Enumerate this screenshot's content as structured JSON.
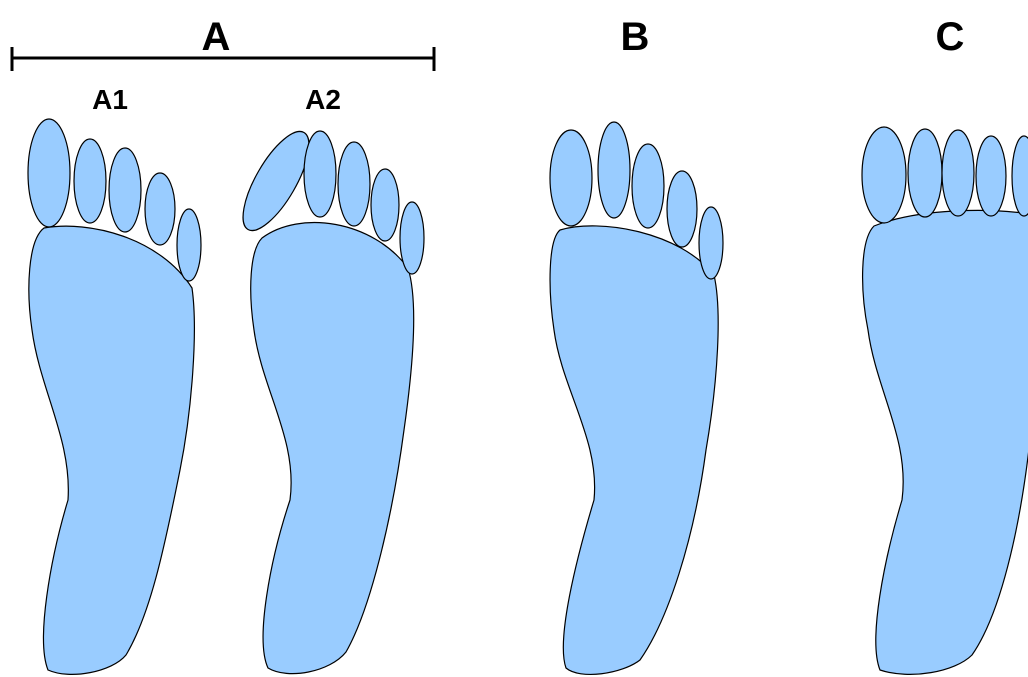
{
  "diagram": {
    "labels": {
      "group_a": "A",
      "a1": "A1",
      "a2": "A2",
      "b": "B",
      "c": "C"
    },
    "colors": {
      "fill": "#99CCFF",
      "stroke": "#000000",
      "background": "#FFFFFF"
    },
    "feet": [
      {
        "id": "A1",
        "toe_pattern": "egyptian"
      },
      {
        "id": "A2",
        "toe_pattern": "egyptian"
      },
      {
        "id": "B",
        "toe_pattern": "greek"
      },
      {
        "id": "C",
        "toe_pattern": "square"
      }
    ]
  }
}
